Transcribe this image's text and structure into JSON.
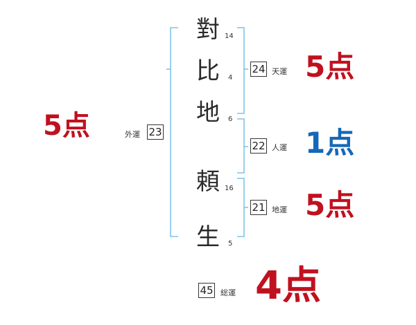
{
  "name": {
    "chars": [
      {
        "char": "對",
        "strokes": "14"
      },
      {
        "char": "比",
        "strokes": "4"
      },
      {
        "char": "地",
        "strokes": "6"
      },
      {
        "char": "頼",
        "strokes": "16"
      },
      {
        "char": "生",
        "strokes": "5"
      }
    ]
  },
  "fortunes": {
    "outer": {
      "label": "外運",
      "value": "23",
      "score": "5点",
      "color": "#c0111f"
    },
    "heaven": {
      "label": "天運",
      "value": "24",
      "score": "5点",
      "color": "#c0111f"
    },
    "person": {
      "label": "人運",
      "value": "22",
      "score": "1点",
      "color": "#1568b8"
    },
    "earth": {
      "label": "地運",
      "value": "21",
      "score": "5点",
      "color": "#c0111f"
    },
    "total": {
      "label": "総運",
      "value": "45",
      "score": "4点",
      "color": "#c0111f"
    }
  },
  "colors": {
    "bracket": "#7fc4e8"
  }
}
